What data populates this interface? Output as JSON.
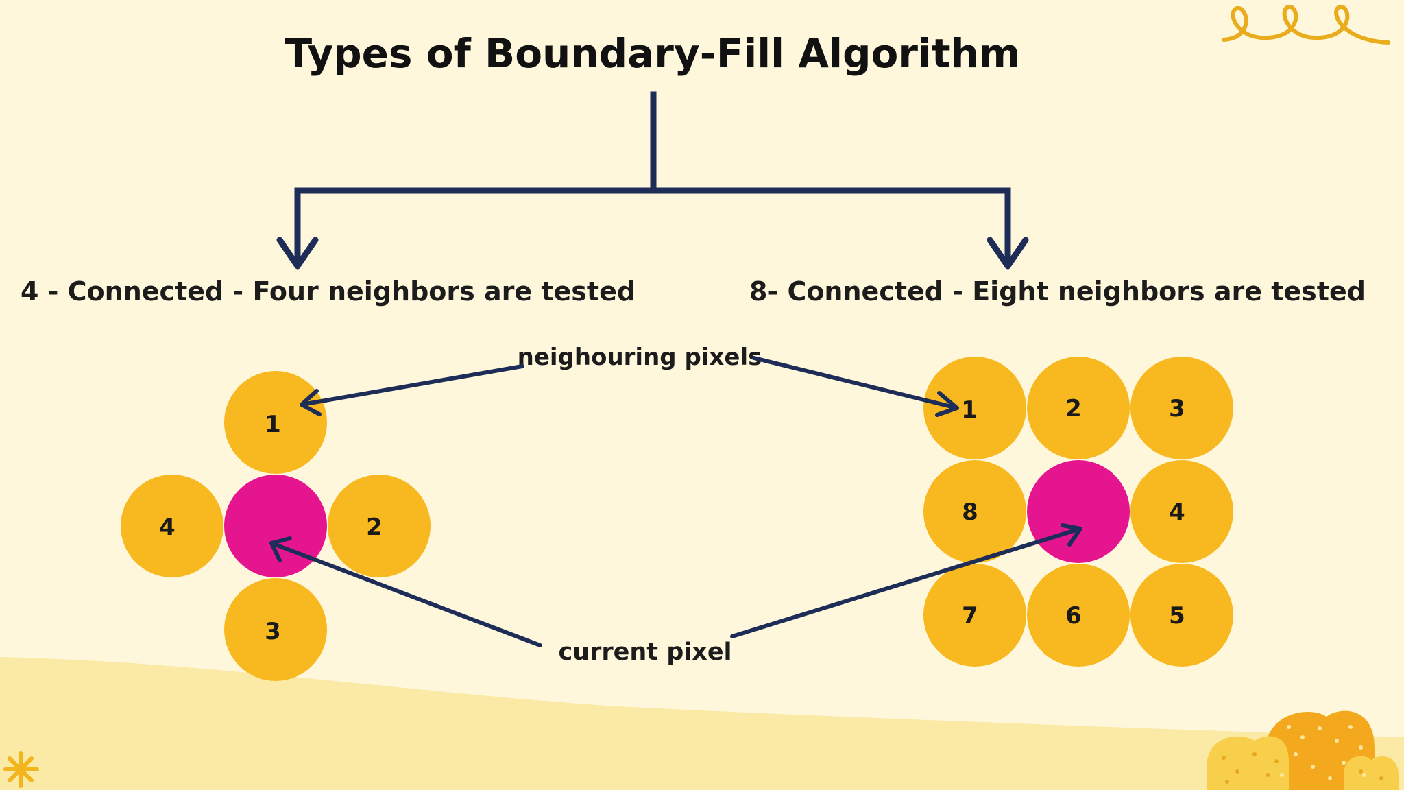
{
  "title": "Types of Boundary-Fill Algorithm",
  "branches": {
    "left_heading": "4 - Connected - Four neighbors are tested",
    "right_heading": "8- Connected - Eight neighbors are tested"
  },
  "annotations": {
    "neighbouring_label": "neighouring pixels",
    "current_label": "current pixel"
  },
  "four_connected": {
    "cells": [
      {
        "label": "1",
        "kind": "neighbor"
      },
      {
        "label": "4",
        "kind": "neighbor"
      },
      {
        "label": "",
        "kind": "current"
      },
      {
        "label": "2",
        "kind": "neighbor"
      },
      {
        "label": "3",
        "kind": "neighbor"
      }
    ]
  },
  "eight_connected": {
    "cells": [
      {
        "label": "1",
        "kind": "neighbor"
      },
      {
        "label": "2",
        "kind": "neighbor"
      },
      {
        "label": "3",
        "kind": "neighbor"
      },
      {
        "label": "8",
        "kind": "neighbor"
      },
      {
        "label": "",
        "kind": "current"
      },
      {
        "label": "4",
        "kind": "neighbor"
      },
      {
        "label": "7",
        "kind": "neighbor"
      },
      {
        "label": "6",
        "kind": "neighbor"
      },
      {
        "label": "5",
        "kind": "neighbor"
      }
    ]
  },
  "colors": {
    "background": "#fef7dc",
    "neighbor": "#f8b81f",
    "current": "#e5158f",
    "connector": "#1e2d58",
    "hill": "#fbe9a6",
    "decor": "#f2b51e"
  }
}
